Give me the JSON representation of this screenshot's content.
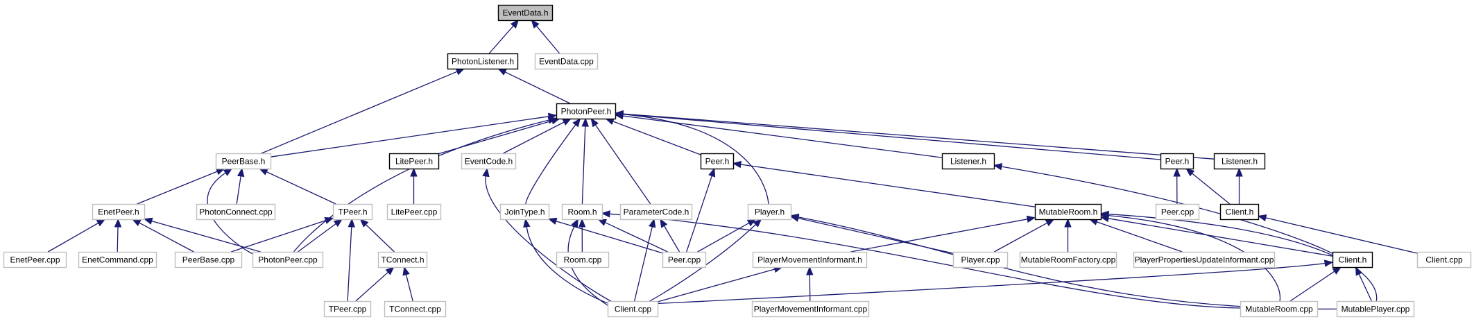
{
  "colors": {
    "background": "#ffffff",
    "edge": "#191970",
    "root_fill": "#bfbfbf",
    "node_fill": "#ffffff",
    "documented_border": "#000000",
    "undocumented_border": "#bfbfbf"
  },
  "nodes": [
    {
      "id": "eventdata_h",
      "label": "EventData.h",
      "style": "root"
    },
    {
      "id": "photonlistener_h",
      "label": "PhotonListener.h",
      "style": "documented"
    },
    {
      "id": "eventdata_cpp",
      "label": "EventData.cpp",
      "style": "undocumented"
    },
    {
      "id": "photonpeer_h",
      "label": "PhotonPeer.h",
      "style": "documented"
    },
    {
      "id": "peerbase_h",
      "label": "PeerBase.h",
      "style": "undocumented"
    },
    {
      "id": "litepeer_h",
      "label": "LitePeer.h",
      "style": "documented"
    },
    {
      "id": "eventcode_h",
      "label": "EventCode.h",
      "style": "undocumented"
    },
    {
      "id": "peer_h_a",
      "label": "Peer.h",
      "style": "documented"
    },
    {
      "id": "listener_h_a",
      "label": "Listener.h",
      "style": "documented"
    },
    {
      "id": "peer_h_b",
      "label": "Peer.h",
      "style": "documented"
    },
    {
      "id": "listener_h_b",
      "label": "Listener.h",
      "style": "documented"
    },
    {
      "id": "enetpeer_h",
      "label": "EnetPeer.h",
      "style": "undocumented"
    },
    {
      "id": "photonconnect_cpp",
      "label": "PhotonConnect.cpp",
      "style": "undocumented"
    },
    {
      "id": "tpeer_h",
      "label": "TPeer.h",
      "style": "undocumented"
    },
    {
      "id": "litepeer_cpp",
      "label": "LitePeer.cpp",
      "style": "undocumented"
    },
    {
      "id": "jointype_h",
      "label": "JoinType.h",
      "style": "undocumented"
    },
    {
      "id": "room_h",
      "label": "Room.h",
      "style": "undocumented"
    },
    {
      "id": "parametercode_h",
      "label": "ParameterCode.h",
      "style": "undocumented"
    },
    {
      "id": "player_h",
      "label": "Player.h",
      "style": "undocumented"
    },
    {
      "id": "mutableroom_h",
      "label": "MutableRoom.h",
      "style": "documented"
    },
    {
      "id": "peer_cpp_b",
      "label": "Peer.cpp",
      "style": "undocumented"
    },
    {
      "id": "client_h_b",
      "label": "Client.h",
      "style": "documented"
    },
    {
      "id": "enetpeer_cpp",
      "label": "EnetPeer.cpp",
      "style": "undocumented"
    },
    {
      "id": "enetcommand_cpp",
      "label": "EnetCommand.cpp",
      "style": "undocumented"
    },
    {
      "id": "peerbase_cpp",
      "label": "PeerBase.cpp",
      "style": "undocumented"
    },
    {
      "id": "photonpeer_cpp",
      "label": "PhotonPeer.cpp",
      "style": "undocumented"
    },
    {
      "id": "tconnect_h",
      "label": "TConnect.h",
      "style": "undocumented"
    },
    {
      "id": "room_cpp",
      "label": "Room.cpp",
      "style": "undocumented"
    },
    {
      "id": "peer_cpp_a",
      "label": "Peer.cpp",
      "style": "undocumented"
    },
    {
      "id": "playermovementinformant_h",
      "label": "PlayerMovementInformant.h",
      "style": "undocumented"
    },
    {
      "id": "player_cpp",
      "label": "Player.cpp",
      "style": "undocumented"
    },
    {
      "id": "mutableroomfactory_cpp",
      "label": "MutableRoomFactory.cpp",
      "style": "undocumented"
    },
    {
      "id": "playerpropertiesupdateinformant_cpp",
      "label": "PlayerPropertiesUpdateInformant.cpp",
      "style": "undocumented"
    },
    {
      "id": "client_h_a",
      "label": "Client.h",
      "style": "documented"
    },
    {
      "id": "client_cpp_b",
      "label": "Client.cpp",
      "style": "undocumented"
    },
    {
      "id": "tpeer_cpp",
      "label": "TPeer.cpp",
      "style": "undocumented"
    },
    {
      "id": "tconnect_cpp",
      "label": "TConnect.cpp",
      "style": "undocumented"
    },
    {
      "id": "client_cpp_a",
      "label": "Client.cpp",
      "style": "undocumented"
    },
    {
      "id": "playermovementinformant_cpp",
      "label": "PlayerMovementInformant.cpp",
      "style": "undocumented"
    },
    {
      "id": "mutableroom_cpp",
      "label": "MutableRoom.cpp",
      "style": "undocumented"
    },
    {
      "id": "mutableplayer_cpp",
      "label": "MutablePlayer.cpp",
      "style": "undocumented"
    }
  ],
  "edges": [
    {
      "from": "eventdata_h",
      "to": "photonlistener_h"
    },
    {
      "from": "eventdata_h",
      "to": "eventdata_cpp"
    },
    {
      "from": "photonlistener_h",
      "to": "peerbase_h"
    },
    {
      "from": "photonlistener_h",
      "to": "photonpeer_h"
    },
    {
      "from": "photonpeer_h",
      "to": "peerbase_h"
    },
    {
      "from": "photonpeer_h",
      "to": "photonpeer_cpp"
    },
    {
      "from": "photonpeer_h",
      "to": "litepeer_h"
    },
    {
      "from": "photonpeer_h",
      "to": "eventcode_h"
    },
    {
      "from": "photonpeer_h",
      "to": "jointype_h"
    },
    {
      "from": "photonpeer_h",
      "to": "room_h"
    },
    {
      "from": "photonpeer_h",
      "to": "parametercode_h"
    },
    {
      "from": "photonpeer_h",
      "to": "peer_h_a"
    },
    {
      "from": "photonpeer_h",
      "to": "player_h"
    },
    {
      "from": "photonpeer_h",
      "to": "listener_h_a"
    },
    {
      "from": "photonpeer_h",
      "to": "peer_h_b"
    },
    {
      "from": "photonpeer_h",
      "to": "listener_h_b"
    },
    {
      "from": "peerbase_h",
      "to": "enetpeer_h"
    },
    {
      "from": "peerbase_h",
      "to": "photonconnect_cpp"
    },
    {
      "from": "peerbase_h",
      "to": "tpeer_h"
    },
    {
      "from": "peerbase_h",
      "to": "photonpeer_cpp"
    },
    {
      "from": "litepeer_h",
      "to": "litepeer_cpp"
    },
    {
      "from": "eventcode_h",
      "to": "client_cpp_a"
    },
    {
      "from": "peer_h_a",
      "to": "peer_cpp_a"
    },
    {
      "from": "peer_h_a",
      "to": "mutableroom_h"
    },
    {
      "from": "listener_h_a",
      "to": "client_h_a"
    },
    {
      "from": "peer_h_b",
      "to": "peer_cpp_b"
    },
    {
      "from": "peer_h_b",
      "to": "client_h_b"
    },
    {
      "from": "listener_h_b",
      "to": "client_h_b"
    },
    {
      "from": "client_h_b",
      "to": "client_cpp_b"
    },
    {
      "from": "enetpeer_h",
      "to": "enetpeer_cpp"
    },
    {
      "from": "enetpeer_h",
      "to": "enetcommand_cpp"
    },
    {
      "from": "enetpeer_h",
      "to": "peerbase_cpp"
    },
    {
      "from": "enetpeer_h",
      "to": "photonpeer_cpp"
    },
    {
      "from": "tpeer_h",
      "to": "peerbase_cpp"
    },
    {
      "from": "tpeer_h",
      "to": "photonpeer_cpp"
    },
    {
      "from": "tpeer_h",
      "to": "tpeer_cpp"
    },
    {
      "from": "tpeer_h",
      "to": "tconnect_h"
    },
    {
      "from": "tconnect_h",
      "to": "tpeer_cpp"
    },
    {
      "from": "tconnect_h",
      "to": "tconnect_cpp"
    },
    {
      "from": "jointype_h",
      "to": "peer_cpp_a"
    },
    {
      "from": "jointype_h",
      "to": "client_cpp_a"
    },
    {
      "from": "room_h",
      "to": "room_cpp"
    },
    {
      "from": "room_h",
      "to": "peer_cpp_a"
    },
    {
      "from": "room_h",
      "to": "client_cpp_a"
    },
    {
      "from": "room_h",
      "to": "mutableroom_cpp"
    },
    {
      "from": "parametercode_h",
      "to": "peer_cpp_a"
    },
    {
      "from": "parametercode_h",
      "to": "client_cpp_a"
    },
    {
      "from": "player_h",
      "to": "peer_cpp_a"
    },
    {
      "from": "player_h",
      "to": "player_cpp"
    },
    {
      "from": "player_h",
      "to": "client_cpp_a"
    },
    {
      "from": "player_h",
      "to": "mutableplayer_cpp"
    },
    {
      "from": "mutableroom_h",
      "to": "playermovementinformant_h"
    },
    {
      "from": "mutableroom_h",
      "to": "player_cpp"
    },
    {
      "from": "mutableroom_h",
      "to": "mutableroomfactory_cpp"
    },
    {
      "from": "mutableroom_h",
      "to": "playerpropertiesupdateinformant_cpp"
    },
    {
      "from": "mutableroom_h",
      "to": "client_h_a"
    },
    {
      "from": "mutableroom_h",
      "to": "mutableroom_cpp"
    },
    {
      "from": "mutableroom_h",
      "to": "mutableplayer_cpp"
    },
    {
      "from": "playermovementinformant_h",
      "to": "client_cpp_a"
    },
    {
      "from": "playermovementinformant_h",
      "to": "playermovementinformant_cpp"
    },
    {
      "from": "client_h_a",
      "to": "client_cpp_a"
    },
    {
      "from": "client_h_a",
      "to": "mutableroom_cpp"
    },
    {
      "from": "client_h_a",
      "to": "mutableplayer_cpp"
    }
  ]
}
